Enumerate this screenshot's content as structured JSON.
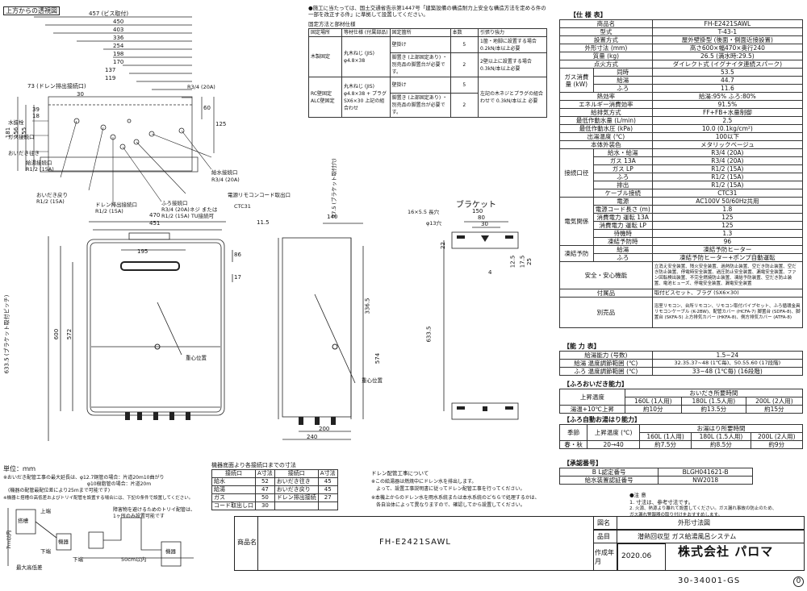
{
  "top_view": {
    "title": "上方からの透視図",
    "dims": [
      "457 (ビス取付)",
      "450",
      "403",
      "336",
      "254",
      "198",
      "170",
      "137",
      "119",
      "73 (ドレン排出接続口)",
      "30"
    ],
    "left_dims": [
      "181",
      "156",
      "155",
      "39",
      "18"
    ],
    "right_dims": [
      "60",
      "125"
    ],
    "labels": {
      "r34": "R3/4 (20A)",
      "kyusui": "給水接続口",
      "r34b": "R3/4 (20A)",
      "r12a": "R1/2 (15A)",
      "oidaki_ret": "おいだき戻り",
      "r12b": "R1/2 (15A)",
      "drain": "ドレン排出接続口",
      "r12c": "R1/2 (15A)",
      "furo": "ふろ接続口",
      "r34c": "R3/4 (20A)ネジ または",
      "r12d": "R1/2 (15A) TU接続可",
      "remote": "電源リモコンコード取出口",
      "ctc": "CTC31",
      "suitou": "水抜栓",
      "gas": "ガス接続口",
      "oidaki_out": "おいだき往き",
      "kyuyu": "給湯接続口"
    }
  },
  "install_note": {
    "header": "●施工に当たっては、国土交通省告示第1447号「建築設備の構造耐力上安全な構造方法を定める件の一部を改正する件」に準拠して設置してください。",
    "sub": "固定方法と部材仕様",
    "cols": [
      "固定場所",
      "等材仕様 (付属部品)",
      "固定箇所",
      "本数",
      "引張り強力"
    ],
    "rows": [
      [
        "木製固定",
        "丸木ねじ (JIS) φ4.8×38",
        "壁掛け",
        "5",
        "1箇・地脚に設置する場合 0.2kN/本以上必要"
      ],
      [
        "",
        "",
        "脚置き (上部固定あり) ・別売品の脚置台が必要です。",
        "2",
        "2壁以上に設置する場合 0.3kN/本以上必要"
      ],
      [
        "RC壁固定 ALC壁固定",
        "丸木ねじ (JIS) φ4.8×38 + プラグ SX6×30 上記の組合わせ",
        "壁掛け",
        "5",
        "左記の木ネジとプラグの組合わせで 0.3kN/本以上 必要"
      ],
      [
        "",
        "",
        "脚置き (上部固定あり) ・別売品の脚置台が必要です。",
        "2",
        ""
      ]
    ]
  },
  "front_view": {
    "width_outer": "470",
    "width_inner": "451",
    "dim_195": "195",
    "pitch": "633.5 (ブラケット取付ピッチ)",
    "h600": "600",
    "h572": "572",
    "d86": "86",
    "d17": "17",
    "center": "重心位置"
  },
  "side_view": {
    "d140": "140",
    "d11_5": "11.5",
    "d27_5": "27.5 (ブラケット取付穴)",
    "d336_5": "336.5",
    "d574": "574",
    "d240": "240",
    "d200": "200",
    "center": "重心位置"
  },
  "bracket": {
    "title": "ブラケット",
    "hole": "16×5.5 長穴",
    "d13": "φ13穴",
    "d150": "150",
    "d80": "80",
    "d30": "30",
    "d22": "22",
    "d12_5": "12.5",
    "d17_5": "17.5",
    "d25": "25",
    "d4": "4",
    "d633_5": "633.5"
  },
  "spec": {
    "title": "【仕 様 表】",
    "rows": [
      [
        "商品名",
        "FH-E2421SAWL"
      ],
      [
        "型式",
        "T-43-1"
      ],
      [
        "設置方式",
        "屋外壁掛型 (後面・側面近接設置)"
      ],
      [
        "外形寸法 (mm)",
        "高さ600×幅470×奥行240"
      ],
      [
        "質量 (kg)",
        "26.5 (満水時:29.5)"
      ],
      [
        "点火方式",
        "ダイレクト式 (イグナイタ連続スパーク)"
      ]
    ],
    "gas": {
      "label": "ガス消費量 (kW)",
      "items": [
        [
          "同時",
          "53.5"
        ],
        [
          "給湯",
          "44.7"
        ],
        [
          "ふろ",
          "11.6"
        ]
      ]
    },
    "rows2": [
      [
        "熱効率",
        "給湯:95% ふろ:80%"
      ],
      [
        "エネルギー消費効率",
        "91.5%"
      ],
      [
        "給排気方式",
        "FF+FB+水量制御"
      ],
      [
        "最低作動水量 (L/min)",
        "2.5"
      ],
      [
        "最低作動水圧 (kPa)",
        "10.0 (0.1kg/cm²)"
      ],
      [
        "出湯温度 (℃)",
        "100以下"
      ],
      [
        "本体外装色",
        "メタリックベージュ"
      ]
    ],
    "connect": {
      "label": "接続口径",
      "items": [
        [
          "給水・給湯",
          "R3/4 (20A)"
        ],
        [
          "ガス 13A",
          "R3/4 (20A)"
        ],
        [
          "ガス LP",
          "R1/2 (15A)"
        ],
        [
          "ふろ",
          "R1/2 (15A)"
        ],
        [
          "排出",
          "R1/2 (15A)"
        ],
        [
          "ケーブル接続",
          "CTC31"
        ]
      ]
    },
    "elec": {
      "label": "電気関係",
      "items": [
        [
          "電源",
          "AC100V 50/60Hz共用"
        ],
        [
          "電源コード長さ (m)",
          "1.8"
        ],
        [
          "消費電力 運転 13A",
          "125"
        ],
        [
          "消費電力 運転 LP",
          "125"
        ],
        [
          "待機時",
          "1.3"
        ],
        [
          "凍結予防時",
          "96"
        ]
      ]
    },
    "freeze": {
      "label": "凍結予防",
      "items": [
        [
          "給湯",
          "凍結予防ヒーター"
        ],
        [
          "ふろ",
          "凍結予防ヒーター+ポンプ自動運転"
        ]
      ]
    },
    "safety": {
      "label": "安全・安心機能",
      "text": "立消え安全装置、残火安全装置、過熱防止装置、空だき防止装置、空だき防止装置、停電時安全装置、過圧防止安全装置、漏電安全装置、ファン回転検出装置、不完全燃焼防止装置、凍結予防装置、空だき防止装置、電池ヒューズ、停電安全装置、漏電安全装置"
    },
    "accessories": {
      "label": "付属品",
      "text": "取付ビスセット、プラグ (SX6×30)"
    },
    "options": {
      "label": "別売品",
      "text": "浴室リモコン、台所リモコン、リモコン取付パイプセット、ふろ循環金具 リモコンケーブル (K-2BW)、配管カバー (HCFA-7) 脚置台 (SDFA-8)、脚置台 (SKFA-5) 上方排気カバー (HKFA-8)、側方排気カバー (ATFA-8)"
    }
  },
  "capacity": {
    "title": "【能 力 表】",
    "rows": [
      [
        "給湯能力 (号数)",
        "1.5~24"
      ],
      [
        "給湯 温度調節範囲 (℃)",
        "32.35.37~48 (1℃毎)、50.55.60 (17段階)"
      ],
      [
        "ふろ 温度調節範囲 (℃)",
        "33~48 (1℃毎) (16段階)"
      ]
    ]
  },
  "oidaki": {
    "title": "【ふろおいだき能力】",
    "head": [
      "上昇温度",
      "おいだき所要時間"
    ],
    "sub": [
      "160L (1人用)",
      "180L (1.5人用)",
      "200L (2人用)"
    ],
    "row": [
      "湯温+10℃上昇",
      "約10分",
      "約13.5分",
      "約15分"
    ]
  },
  "auto": {
    "title": "【ふろ自動お湯はり能力】",
    "head": [
      "季節",
      "上昇温度 (℃)",
      "お湯はり所要時間"
    ],
    "sub": [
      "160L (1人用)",
      "180L (1.5人用)",
      "200L (2人用)"
    ],
    "row": [
      "春・秋",
      "20→40",
      "約7.5分",
      "約8.5分",
      "約9分"
    ]
  },
  "certs": {
    "title": "【承認番号】",
    "rows": [
      [
        "B L認定番号",
        "BLGH041621-B"
      ],
      [
        "給水装置認証番号",
        "NW2018"
      ]
    ]
  },
  "notes_right": {
    "head": "●注 意",
    "l1": "1. 寸法は、参考寸法です。",
    "l2": "2. 火源、熱源より離れて設置してください。ガス漏れ事故の防止のため、",
    "l3": "   ガス漏れ警報器の取り付けをおすすめします。"
  },
  "bottom_left": {
    "unit": "単位：ｍｍ",
    "n1": "※おいだき配管工事の最大延長は、φ12.7銅管の場合：片道20m10曲がり",
    "n2": "φ10樹脂管の場合：片道20m",
    "n3": "(機器の配管最配位差により25mまで可能です)",
    "n4": "※機器と搭槽の高低差およびトリイ配管を設置する場合には、下記の条件で設置してください。",
    "labels": [
      "搭槽",
      "上端",
      "機器",
      "下端",
      "下端",
      "最大高低差",
      "機器"
    ],
    "d7m": "7m以内",
    "d50": "50cm以内",
    "cap1": "障害物を避けるためのトリイ配管は、",
    "cap2": "1ヶ所のみ設置可能です"
  },
  "bottom_table": {
    "title": "機器底面より各接続口までの寸法",
    "head": [
      "接続口",
      "A寸法",
      "接続口",
      "A寸法"
    ],
    "rows": [
      [
        "給水",
        "52",
        "おいだき往き",
        "45"
      ],
      [
        "給湯",
        "47",
        "おいだき戻り",
        "45"
      ],
      [
        "ガス",
        "50",
        "ドレン排出接続",
        "27"
      ],
      [
        "コード取出し口",
        "30",
        "",
        ""
      ]
    ]
  },
  "drain_note": {
    "head": "ドレン配管工事について",
    "l1": "※この給湯器は燃焼中にドレン水を排出します。",
    "l2": "よって、設置工事説明書に従ってドレン配管工事を行ってください。",
    "l3": "※本機上からのドレン水を雨水系統または本水系統のどちらで処理するかは、",
    "l4": "各自治体によって異なりますので、確認してから設置してください。"
  },
  "titleblock": {
    "product_label": "商品名",
    "product": "FH-E2421SAWL",
    "drawing_label": "図名",
    "drawing": "外形寸法図",
    "item_label": "品目",
    "item": "潜熱回収型 ガス給湯風呂システム",
    "date_label": "作成年月",
    "date": "2020.06",
    "company": "株式会社 パロマ",
    "docno": "30-34001-GS",
    "rev": "0"
  }
}
